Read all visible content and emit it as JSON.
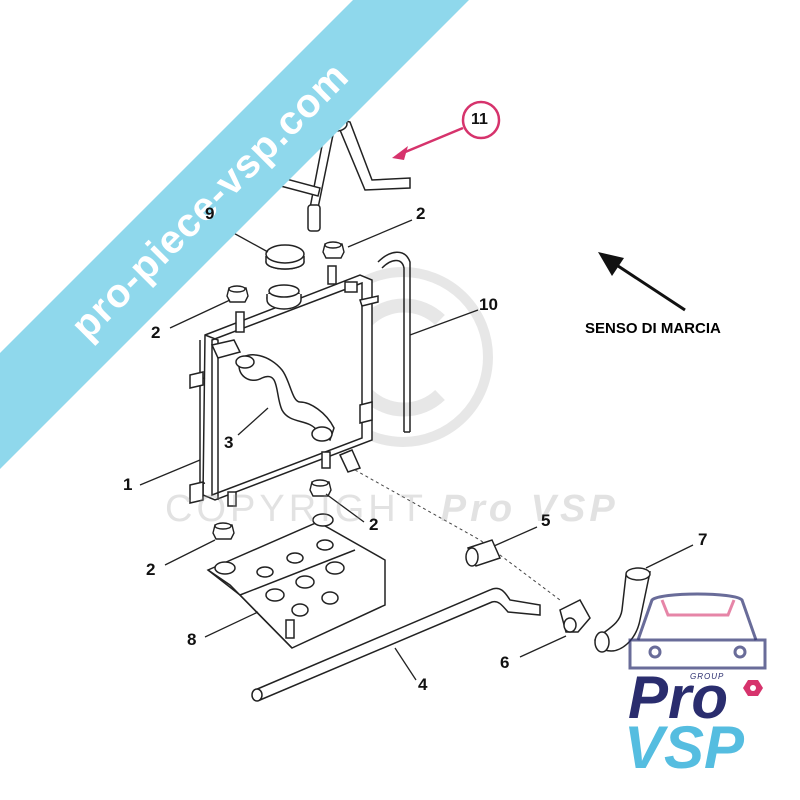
{
  "watermark": {
    "banner_text": "pro-piece-vsp.com",
    "copyright_text": "COPYRIGHT",
    "copyright_brand": "Pro VSP",
    "banner_color": "#8fd8ec"
  },
  "direction": {
    "label": "SENSO DI MARCIA"
  },
  "callouts": [
    {
      "id": "1",
      "text": "1"
    },
    {
      "id": "2",
      "text": "2"
    },
    {
      "id": "3",
      "text": "3"
    },
    {
      "id": "4",
      "text": "4"
    },
    {
      "id": "5",
      "text": "5"
    },
    {
      "id": "6",
      "text": "6"
    },
    {
      "id": "7",
      "text": "7"
    },
    {
      "id": "8",
      "text": "8"
    },
    {
      "id": "9",
      "text": "9"
    },
    {
      "id": "10",
      "text": "10"
    },
    {
      "id": "11",
      "text": "11",
      "highlight_color": "#d6336c"
    }
  ],
  "logo": {
    "group_text": "GROUP",
    "line1": "Pro",
    "line2": "VSP",
    "primary_color": "#2a2d6e",
    "secondary_color": "#55bde0",
    "accent_color": "#d6336c"
  }
}
